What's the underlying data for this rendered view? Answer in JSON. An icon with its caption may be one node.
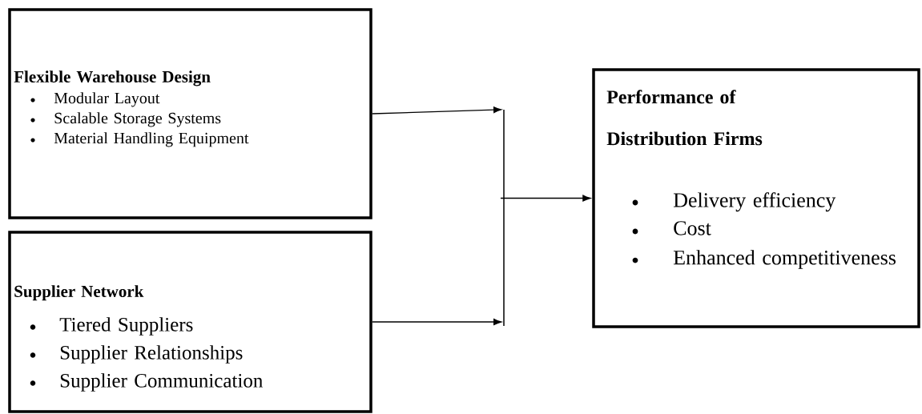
{
  "diagram": {
    "nodes": [
      {
        "text": [
          "Flexible Warehouse Design",
          "Modular Layout",
          "Scalable Storage Systems",
          "Material Handling Equipment"
        ]
      },
      {
        "text": [
          "Supplier Network",
          "Tiered Suppliers",
          "Supplier Relationships",
          "Supplier Communication"
        ]
      },
      {
        "text": [],
        "shape": "bar"
      },
      {
        "text": [
          "Performance of Distribution Firms",
          "Delivery efficiency",
          "Cost",
          "Enhanced competitiveness"
        ]
      }
    ],
    "edges": [
      {
        "from": 0,
        "to": 2,
        "arrow": "to"
      },
      {
        "from": 1,
        "to": 2,
        "arrow": "to"
      },
      {
        "from": 2,
        "to": 3,
        "arrow": "to"
      }
    ]
  }
}
